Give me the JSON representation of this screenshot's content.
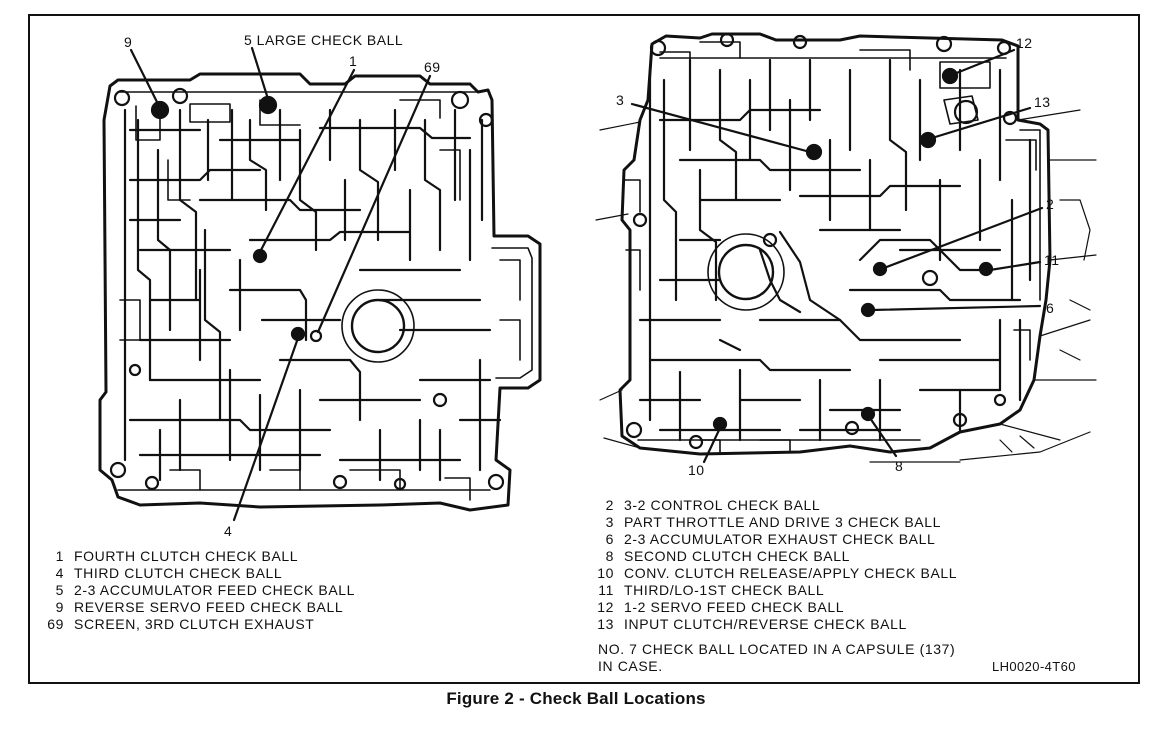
{
  "caption": "Figure 2 - Check Ball Locations",
  "drawing_code": "LH0020-4T60",
  "left_view": {
    "callouts": {
      "c9": "9",
      "c5": "5 LARGE CHECK BALL",
      "c1": "1",
      "c69": "69",
      "c4": "4"
    },
    "legend": [
      {
        "num": "1",
        "text": "FOURTH CLUTCH CHECK BALL"
      },
      {
        "num": "4",
        "text": "THIRD CLUTCH CHECK BALL"
      },
      {
        "num": "5",
        "text": "2-3 ACCUMULATOR FEED CHECK BALL"
      },
      {
        "num": "9",
        "text": "REVERSE SERVO FEED CHECK BALL"
      },
      {
        "num": "69",
        "text": "SCREEN, 3RD CLUTCH EXHAUST"
      }
    ]
  },
  "right_view": {
    "callouts": {
      "c12": "12",
      "c3": "3",
      "c13": "13",
      "c2": "2",
      "c11": "11",
      "c6": "6",
      "c10": "10",
      "c8": "8"
    },
    "legend": [
      {
        "num": "2",
        "text": "3-2 CONTROL CHECK BALL"
      },
      {
        "num": "3",
        "text": "PART THROTTLE AND DRIVE 3 CHECK BALL"
      },
      {
        "num": "6",
        "text": "2-3 ACCUMULATOR EXHAUST CHECK BALL"
      },
      {
        "num": "8",
        "text": "SECOND CLUTCH CHECK BALL"
      },
      {
        "num": "10",
        "text": "CONV. CLUTCH RELEASE/APPLY CHECK BALL"
      },
      {
        "num": "11",
        "text": "THIRD/LO-1ST CHECK BALL"
      },
      {
        "num": "12",
        "text": "1-2 SERVO FEED CHECK BALL"
      },
      {
        "num": "13",
        "text": "INPUT CLUTCH/REVERSE CHECK BALL"
      }
    ],
    "note_line1": "NO. 7 CHECK BALL LOCATED IN A CAPSULE (137)",
    "note_line2": "IN CASE."
  }
}
